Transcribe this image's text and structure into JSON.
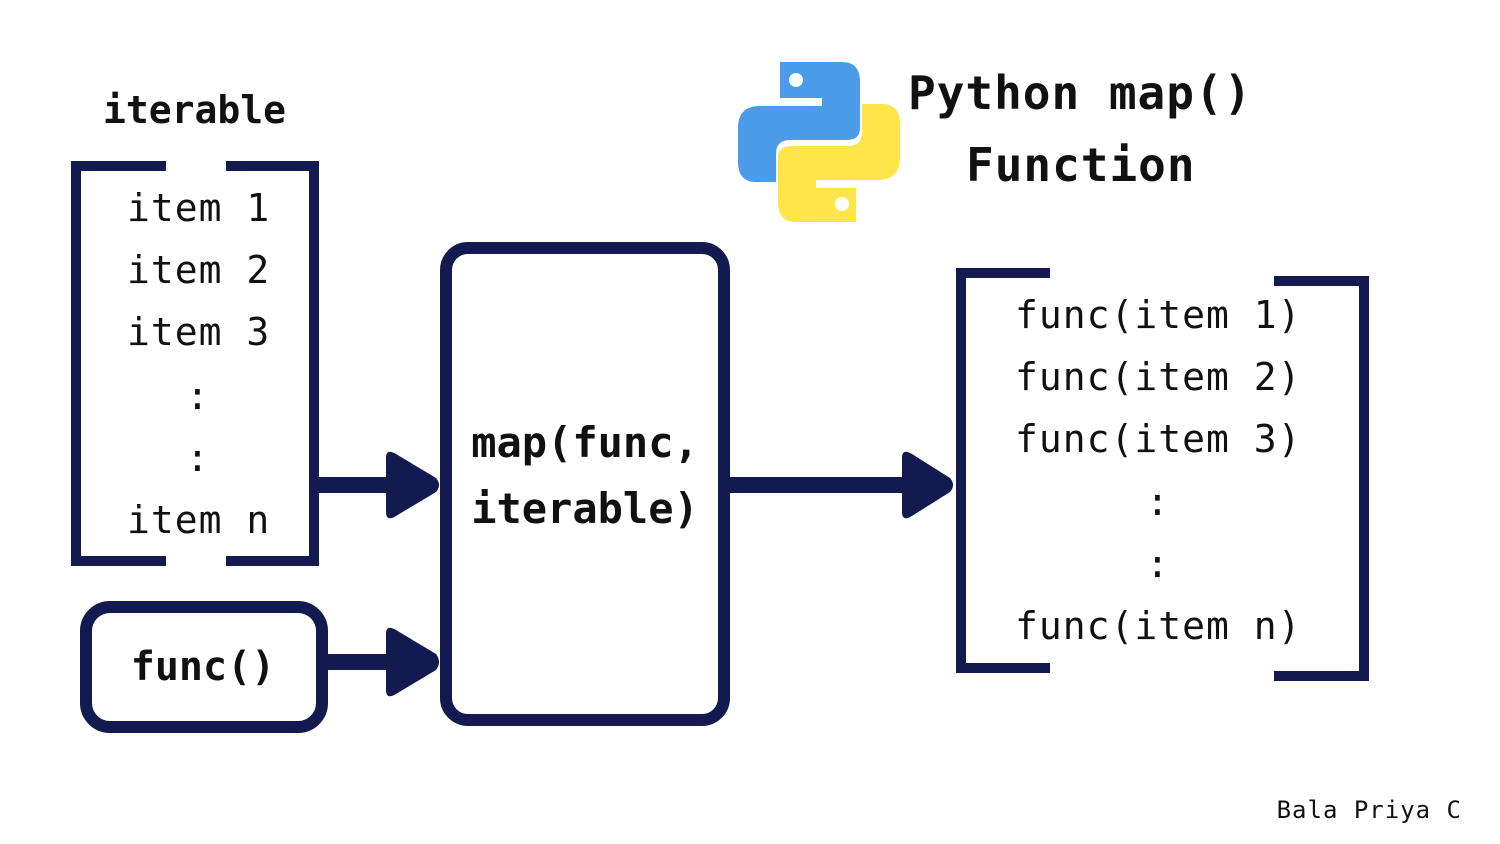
{
  "title": {
    "line1": "Python map()",
    "line2": "Function"
  },
  "logo": {
    "icon": "python-logo-icon",
    "colors": {
      "blue": "#4a9be8",
      "yellow": "#ffe54a"
    }
  },
  "iterable": {
    "label": "iterable",
    "items": [
      "item 1",
      "item 2",
      "item 3",
      ":",
      ":",
      "item n"
    ]
  },
  "func_box": {
    "label": "func()"
  },
  "map_box": {
    "line1": "map(func,",
    "line2": "iterable)"
  },
  "output": {
    "items": [
      "func(item 1)",
      "func(item 2)",
      "func(item 3)",
      ":",
      ":",
      "func(item n)"
    ]
  },
  "author": "Bala Priya C",
  "colors": {
    "stroke": "#121a4f",
    "text": "#111111",
    "background": "#ffffff"
  }
}
